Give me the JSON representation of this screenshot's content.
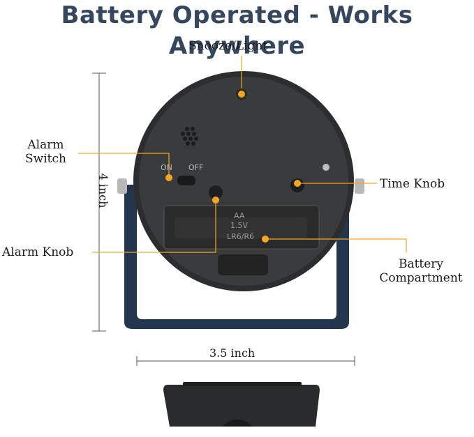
{
  "title": "Battery Operated - Works Anywhere",
  "labels": {
    "snooze_light": "Snooze/Light",
    "alarm_switch_line1": "Alarm",
    "alarm_switch_line2": "Switch",
    "time_knob": "Time Knob",
    "alarm_knob": "Alarm Knob",
    "battery_line1": "Battery",
    "battery_line2": "Compartment"
  },
  "dimensions": {
    "height": "4 inch",
    "width": "3.5 inch"
  },
  "clock_markings": {
    "on": "ON",
    "off": "OFF",
    "aa": "AA",
    "volt": "1.5V",
    "lr6": "LR6/R6"
  },
  "colors": {
    "title": "#34475f",
    "callout": "#f5a623",
    "stand": "#24364e",
    "clock_body": "#3a3b3d"
  }
}
